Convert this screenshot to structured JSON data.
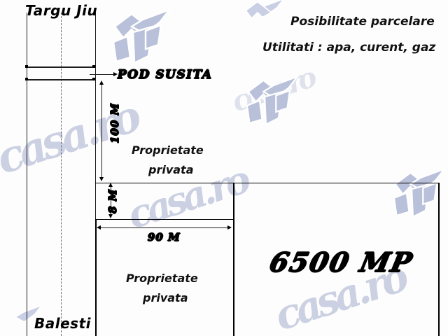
{
  "plan": {
    "title_top": "Targu Jiu",
    "title_bottom": "Balesti",
    "notes": [
      "Posibilitate parcelare",
      "Utilitati : apa, curent, gaz"
    ],
    "bridge_label": "POD SUSITA",
    "area_label": "6500 MP",
    "dimensions": {
      "depth": "100 M",
      "frontage_offset": "8 M",
      "width": "90 M"
    },
    "parcels": [
      {
        "line1": "Proprietate",
        "line2": "privata"
      },
      {
        "line1": "Proprietate",
        "line2": "privata"
      }
    ],
    "watermark_text": "casa.ro",
    "colors": {
      "ink": "#000000",
      "watermark": "#c3c9de",
      "background": "#fdfdfd",
      "road_centerline": "#6d6d74"
    }
  }
}
